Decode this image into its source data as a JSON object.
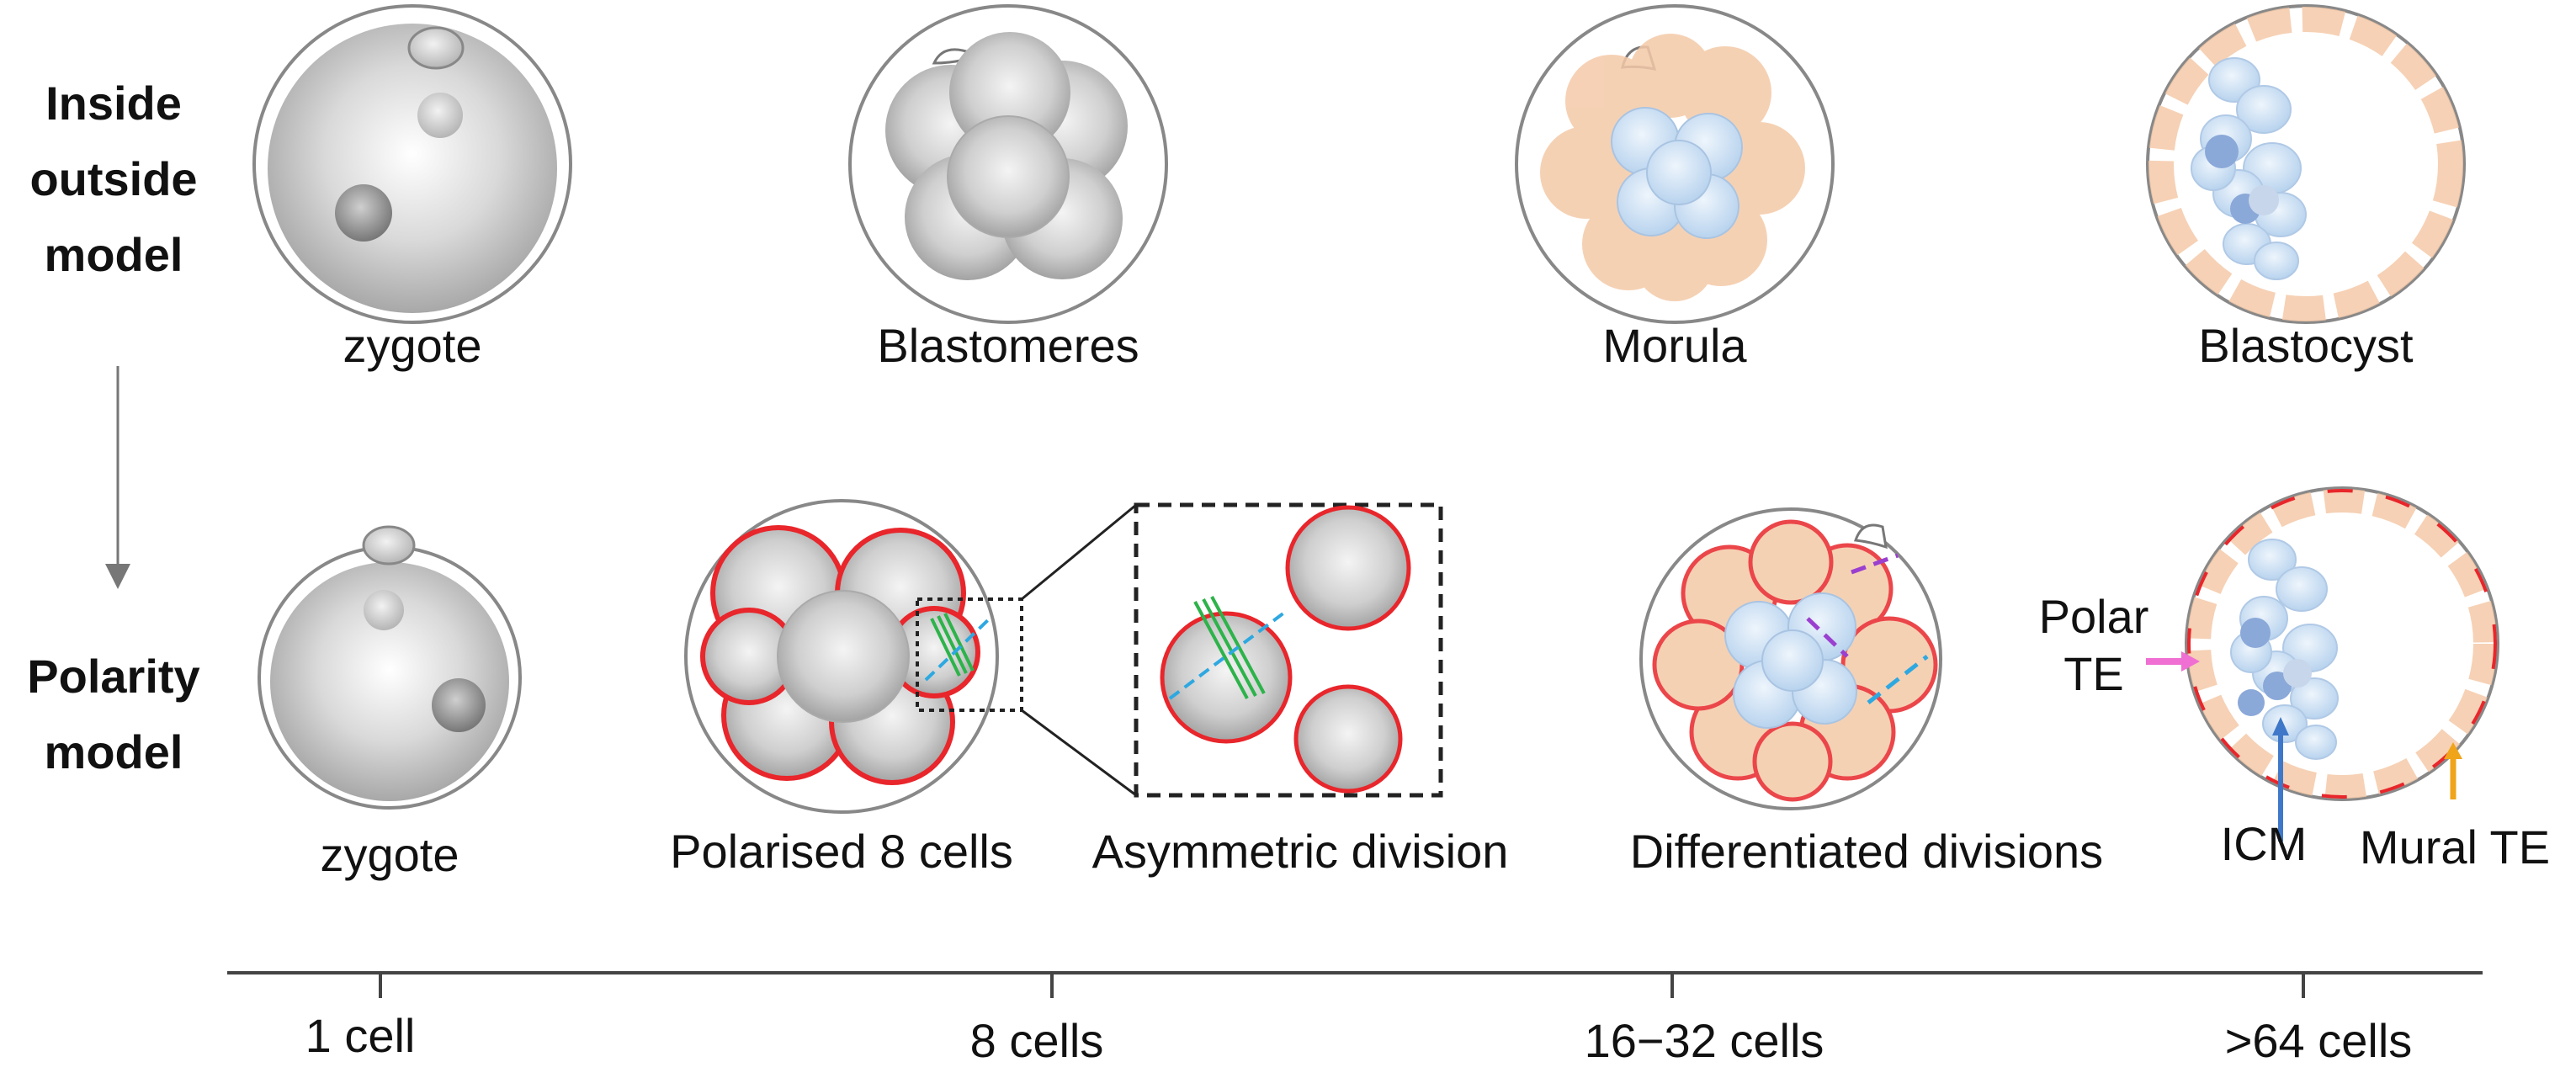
{
  "rows": [
    {
      "model_label_lines": [
        "Inside",
        "outside",
        "model"
      ],
      "stages": [
        "zygote",
        "Blastomeres",
        "Morula",
        "Blastocyst"
      ]
    },
    {
      "model_label_lines": [
        "Polarity",
        "model"
      ],
      "stages": [
        "zygote",
        "Polarised 8 cells",
        "Asymmetric division",
        "Differentiated divisions"
      ]
    }
  ],
  "blastocyst_annotations": {
    "polar_te_lines": [
      "Polar",
      "TE"
    ],
    "icm": "ICM",
    "mural_te": "Mural TE"
  },
  "timeline": {
    "ticks": [
      "1 cell",
      "8 cells",
      "16−32 cells",
      ">64 cells"
    ]
  },
  "colors": {
    "outer_cell": "#f4c9a8",
    "inner_cell": "#c9def2",
    "apical_domain": "#e8262b",
    "polar_te_arrow": "#f06fd2",
    "icm_arrow": "#3f78c8",
    "mural_te_arrow": "#f0a41a",
    "spindle": "#2db34a",
    "division_plane_asym": "#2ea8e0",
    "division_plane_purple": "#9a3fcf"
  },
  "icons": {
    "polar_te_arrow": "arrow-right-icon",
    "icm_arrow": "arrow-up-icon",
    "mural_te_arrow": "arrow-up-icon",
    "row_arrow": "arrow-down-icon"
  }
}
